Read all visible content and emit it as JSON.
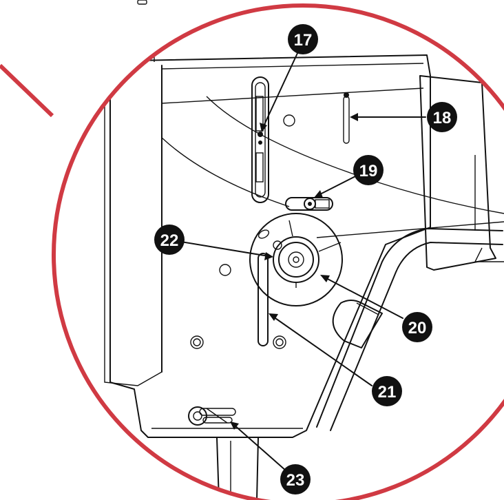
{
  "colors": {
    "magnifier_ring": "#d03a43",
    "callout_fill": "#111111",
    "callout_text": "#ffffff",
    "line": "#111111",
    "background": "#ffffff"
  },
  "callouts": [
    {
      "id": "17",
      "label": "17"
    },
    {
      "id": "18",
      "label": "18"
    },
    {
      "id": "19",
      "label": "19"
    },
    {
      "id": "20",
      "label": "20"
    },
    {
      "id": "21",
      "label": "21"
    },
    {
      "id": "22",
      "label": "22"
    },
    {
      "id": "23",
      "label": "23"
    }
  ]
}
